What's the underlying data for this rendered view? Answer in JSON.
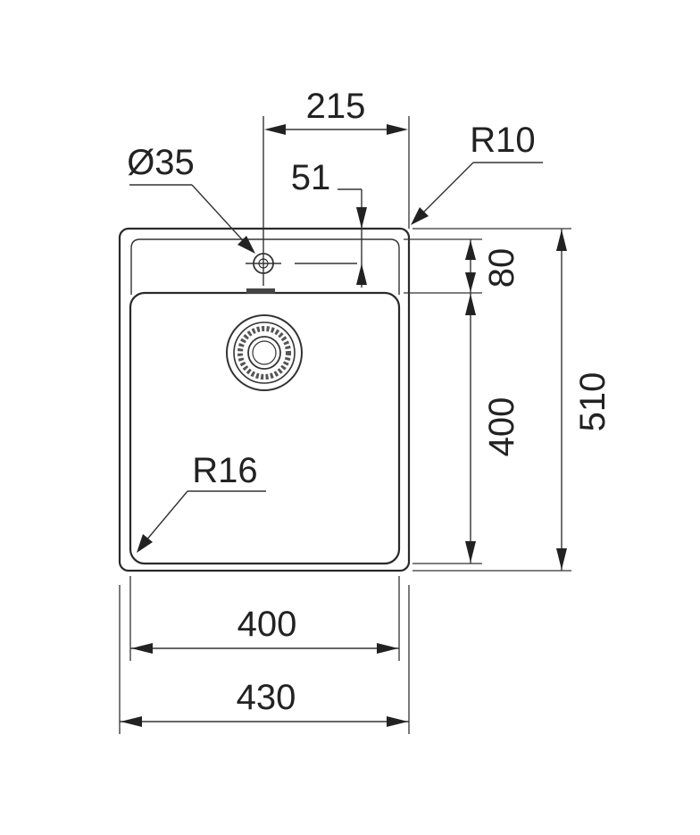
{
  "drawing": {
    "stroke_color": "#2a2a2a",
    "background": "#ffffff",
    "dimensions": {
      "top_tap_offset": "215",
      "tap_hole_diameter": "Ø35",
      "tap_to_edge": "51",
      "corner_radius_outer": "R10",
      "corner_radius_bowl": "R16",
      "deck_depth": "80",
      "bowl_depth": "400",
      "overall_depth": "510",
      "bowl_width": "400",
      "overall_width": "430"
    }
  }
}
